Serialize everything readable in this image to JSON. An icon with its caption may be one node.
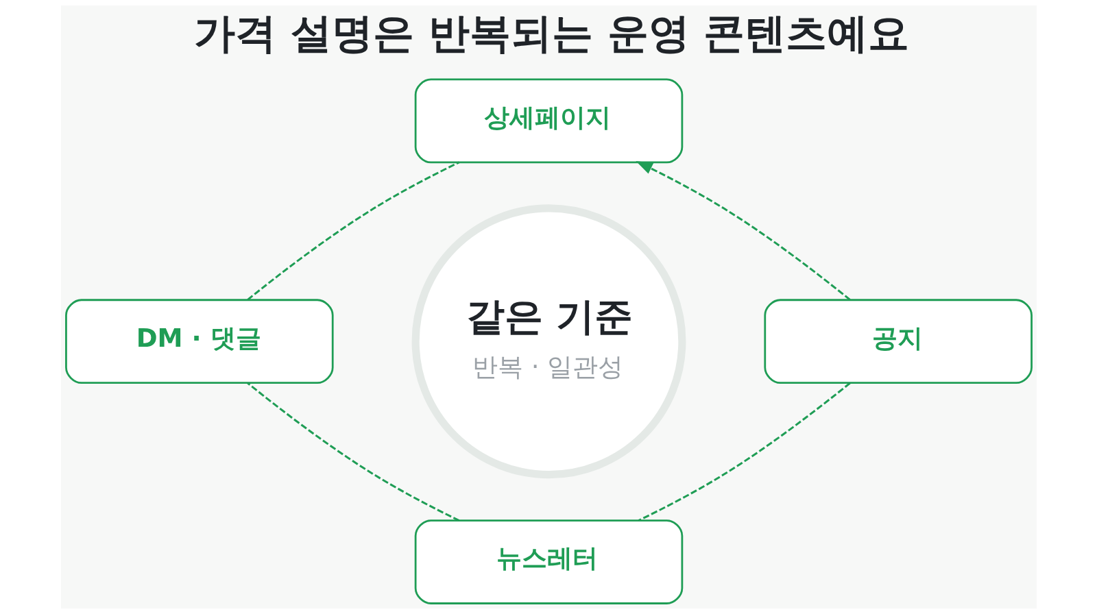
{
  "diagram": {
    "title": "가격 설명은 반복되는 운영 콘텐츠예요",
    "nodes": [
      {
        "text": [
          "상세페이지"
        ]
      },
      {
        "text": [
          "DM · 댓글"
        ]
      },
      {
        "text": [
          "같은 기준",
          "반복 · 일관성"
        ]
      },
      {
        "text": [
          "공지"
        ]
      },
      {
        "text": [
          "뉴스레터"
        ]
      }
    ],
    "edges": [
      {
        "from": 3,
        "to": 0,
        "arrow": "to",
        "style": "dashed"
      },
      {
        "from": 3,
        "to": 4,
        "arrow": "none",
        "style": "dashed"
      },
      {
        "from": 4,
        "to": 1,
        "arrow": "none",
        "style": "dashed"
      },
      {
        "from": 1,
        "to": 0,
        "arrow": "none",
        "style": "dashed"
      }
    ]
  }
}
